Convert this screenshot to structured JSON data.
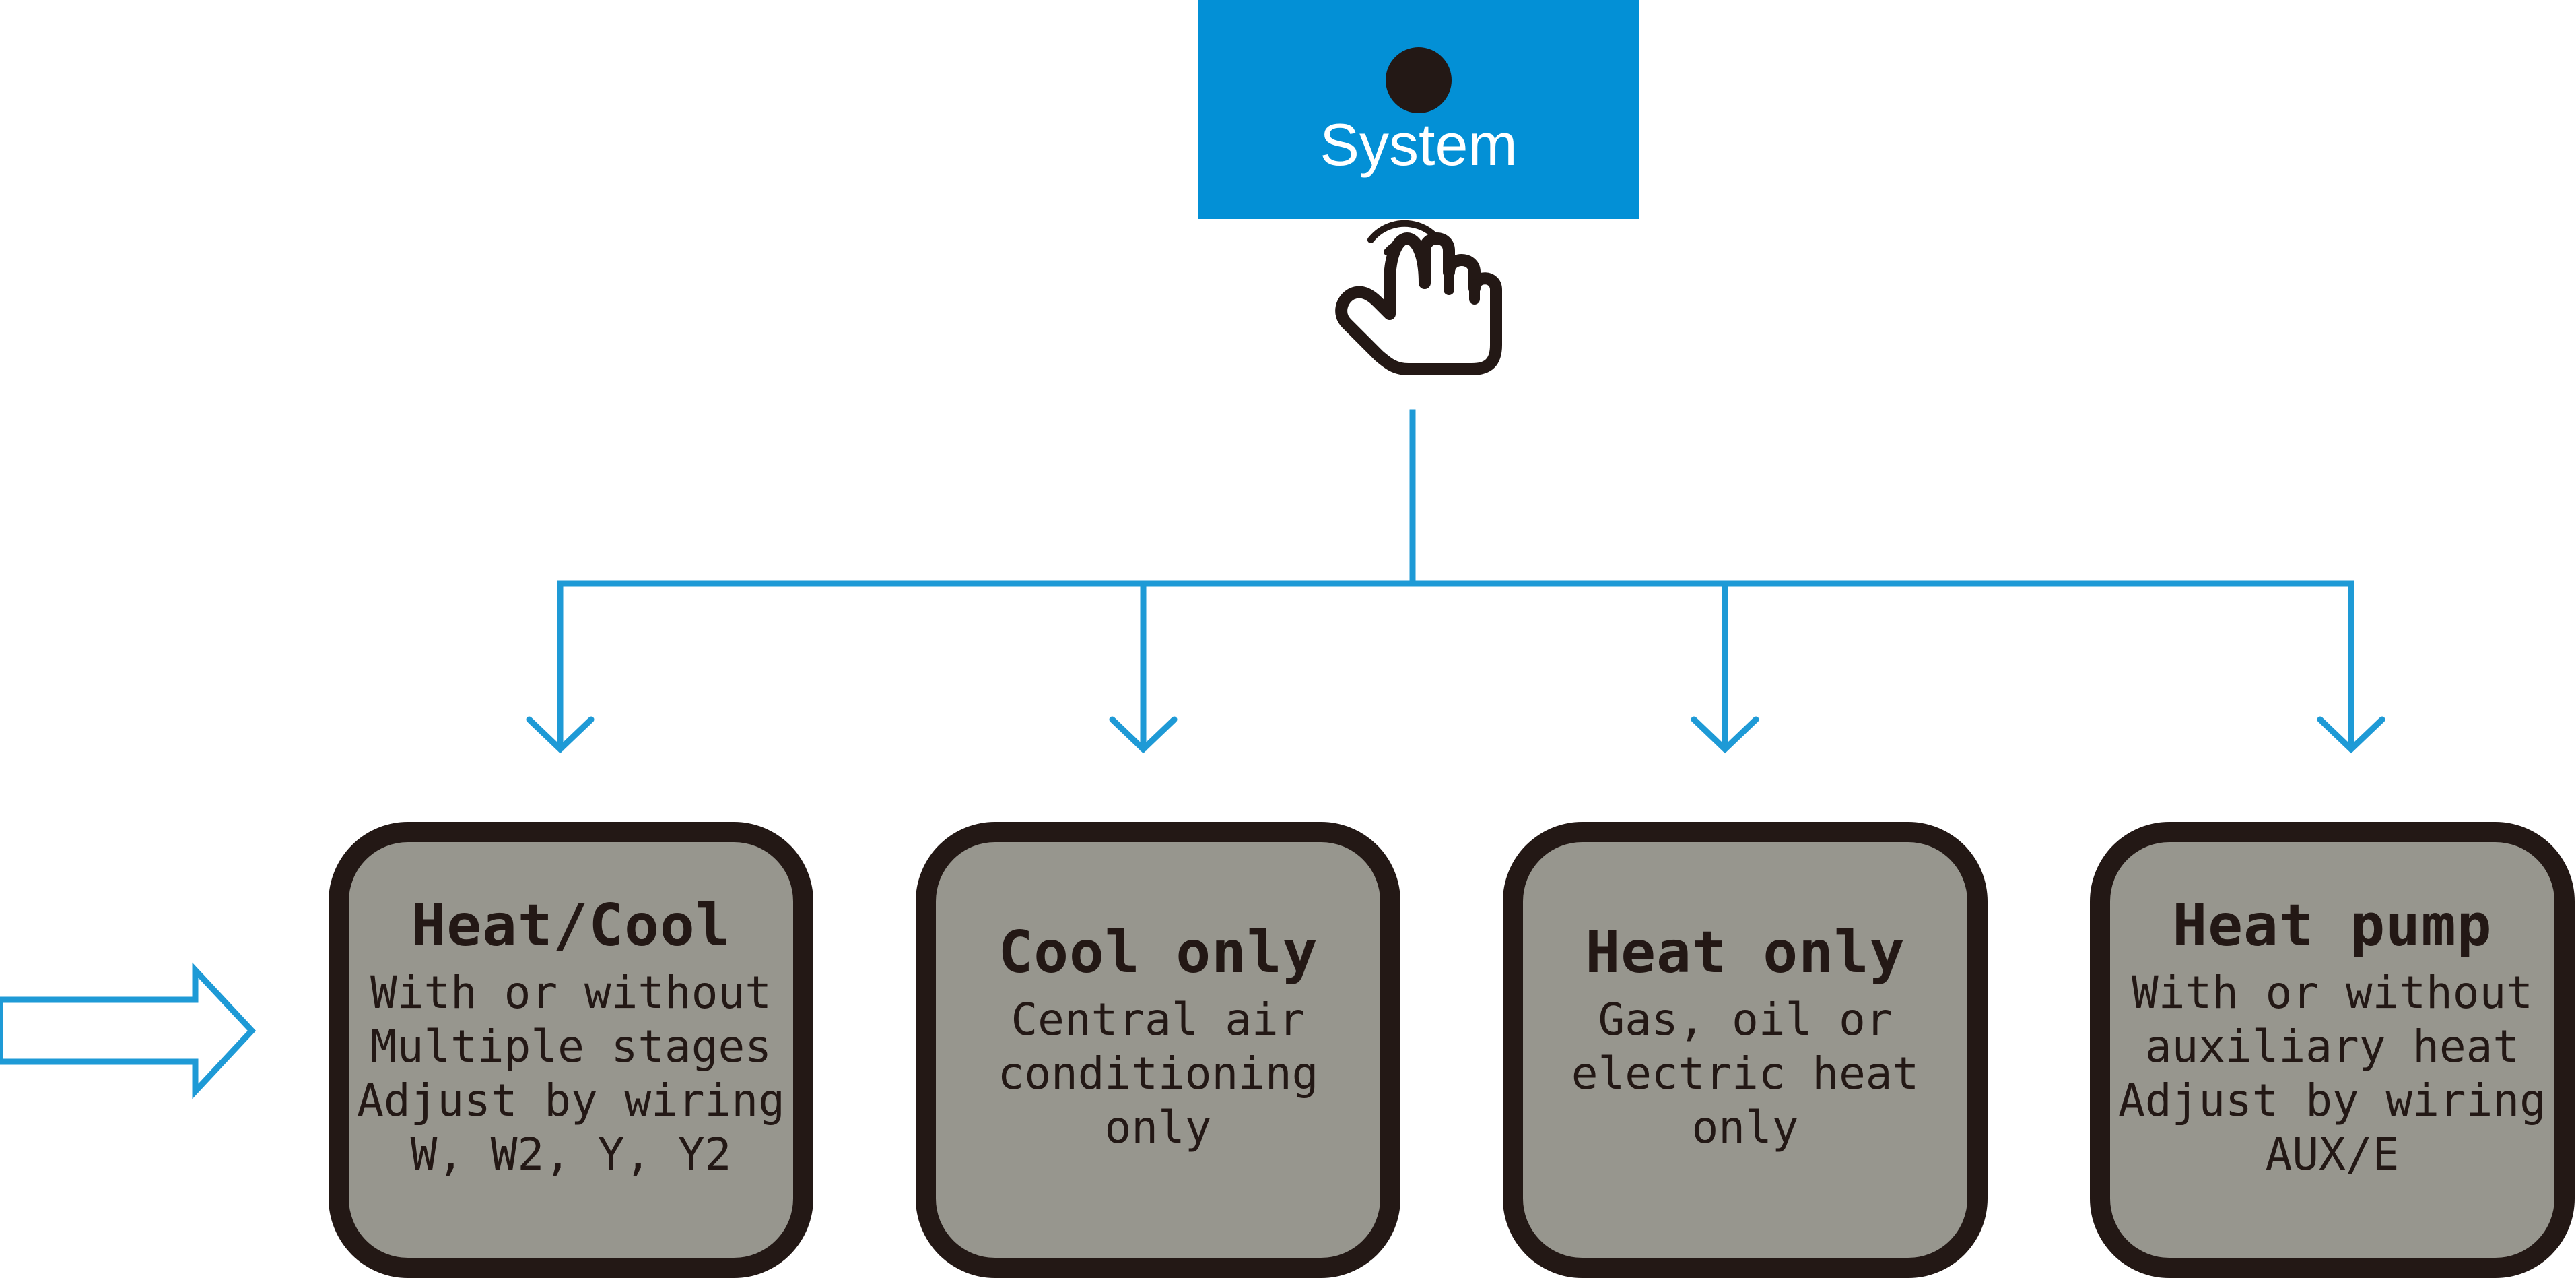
{
  "system_button": {
    "label": "System",
    "color": "#0390d6"
  },
  "tap_hand_icon": "pointing-hand-tap-icon",
  "indicator_arrow_icon": "hollow-right-arrow-icon",
  "connector_color": "#1e9ad6",
  "modes": [
    {
      "title": "Heat/Cool",
      "lines": [
        "With or without",
        "Multiple stages",
        "Adjust by wiring",
        "W, W2, Y, Y2"
      ]
    },
    {
      "title": "Cool only",
      "lines": [
        "Central air",
        "conditioning",
        "only"
      ]
    },
    {
      "title": "Heat only",
      "lines": [
        "Gas, oil or",
        "electric heat",
        "only"
      ]
    },
    {
      "title": "Heat pump",
      "lines": [
        "With or without",
        "auxiliary heat",
        "Adjust by wiring",
        "AUX/E"
      ]
    }
  ]
}
